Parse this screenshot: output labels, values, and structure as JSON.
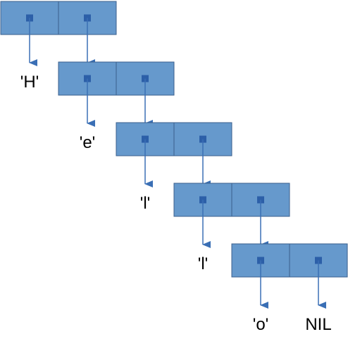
{
  "diagram": {
    "type": "cons-cell-list",
    "cells": [
      {
        "car": "'H'",
        "cdr": "next"
      },
      {
        "car": "'e'",
        "cdr": "next"
      },
      {
        "car": "'l'",
        "cdr": "next"
      },
      {
        "car": "'l'",
        "cdr": "next"
      },
      {
        "car": "'o'",
        "cdr": "NIL"
      }
    ],
    "colors": {
      "cell_fill": "#6699cc",
      "cell_stroke": "#3b5f8c",
      "dot": "#2c5fa8",
      "arrow": "#3a6fb5",
      "label": "#000000"
    }
  }
}
